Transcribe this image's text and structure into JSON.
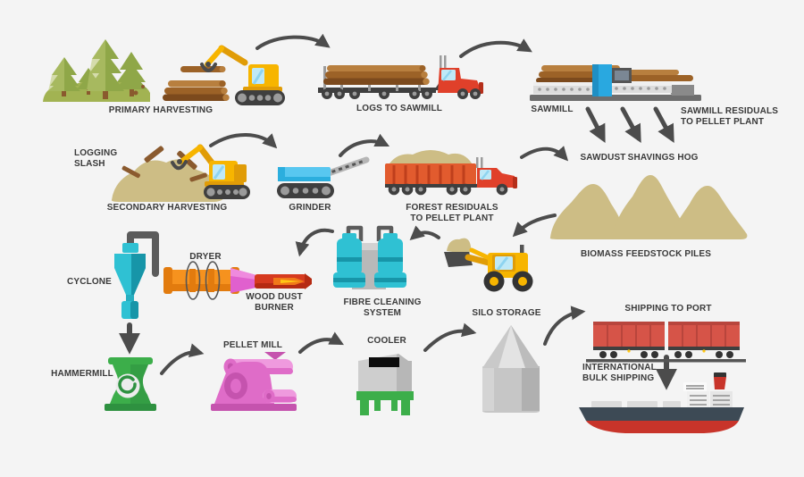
{
  "diagram": {
    "type": "process-flow",
    "subject": "wood pellet supply chain from harvesting to international bulk shipping"
  },
  "colors": {
    "background": "#f4f4f4",
    "label_text": "#3a3a3a",
    "arrow": "#4c4c4c",
    "tree_green": "#8fa748",
    "tree_light": "#bcc973",
    "mound_green": "#a2b352",
    "trunk_brown": "#8a5a2e",
    "log_brown": "#9c6227",
    "log_light": "#b87f3e",
    "log_dark": "#7c4a1d",
    "machine_yellow": "#f7b500",
    "machine_yellow_dark": "#e09c07",
    "track_dark": "#3f3f3f",
    "wheel_gray": "#9b9b9b",
    "truck_red": "#e0402a",
    "trailer_orange": "#e25b2e",
    "window_blue": "#bfe9f7",
    "sawmill_blue": "#29a8e0",
    "pile_tan": "#cdbd85",
    "grinder_blue": "#58c7f0",
    "teal": "#2fc1d3",
    "teal_dark": "#1795a8",
    "pipe_gray": "#5b5b5b",
    "dryer_orange": "#f6921e",
    "dryer_orange_dark": "#e27b0e",
    "magenta": "#e060ce",
    "burner_red": "#d63a1f",
    "flame_yellow": "#ffc715",
    "green": "#3cae4a",
    "green_dark": "#2e9140",
    "pink_light": "#ef9ade",
    "pink_mid": "#df6cc8",
    "pink_dark": "#c553ae",
    "cooler_gray": "#cecece",
    "silo_gray": "#c6c6c6",
    "train_red": "#d65448",
    "ship_hull": "#3d4a55",
    "ship_red": "#c8342a"
  },
  "icons": [
    "forest-icon",
    "log-pile-icon",
    "excavator-icon",
    "log-truck-icon",
    "sawmill-icon",
    "slash-pile-icon",
    "grinder-icon",
    "chip-truck-icon",
    "biomass-piles-icon",
    "cyclone-icon",
    "dryer-icon",
    "burner-icon",
    "fibre-cleaner-icon",
    "wheel-loader-icon",
    "hammermill-icon",
    "pellet-mill-icon",
    "cooler-icon",
    "silo-icon",
    "train-icon",
    "ship-icon",
    "flow-arrow-icon"
  ],
  "stages": {
    "primary_harvesting": {
      "label": "PRIMARY HARVESTING"
    },
    "logs_to_sawmill": {
      "label": "LOGS TO SAWMILL"
    },
    "sawmill": {
      "label": "SAWMILL"
    },
    "sawmill_residuals": {
      "label": "SAWMILL RESIDUALS\nTO PELLET PLANT"
    },
    "sawdust": {
      "label": "SAWDUST"
    },
    "shavings": {
      "label": "SHAVINGS"
    },
    "hog": {
      "label": "HOG"
    },
    "logging_slash": {
      "label": "LOGGING\nSLASH"
    },
    "secondary_harvesting": {
      "label": "SECONDARY HARVESTING"
    },
    "grinder": {
      "label": "GRINDER"
    },
    "forest_residuals": {
      "label": "FOREST RESIDUALS\nTO PELLET PLANT"
    },
    "biomass_feedstock_piles": {
      "label": "BIOMASS FEEDSTOCK PILES"
    },
    "cyclone": {
      "label": "CYCLONE"
    },
    "dryer": {
      "label": "DRYER"
    },
    "wood_dust_burner": {
      "label": "WOOD DUST\nBURNER"
    },
    "fibre_cleaning_system": {
      "label": "FIBRE CLEANING\nSYSTEM"
    },
    "hammermill": {
      "label": "HAMMERMILL"
    },
    "pellet_mill": {
      "label": "PELLET MILL"
    },
    "cooler": {
      "label": "COOLER"
    },
    "silo_storage": {
      "label": "SILO STORAGE"
    },
    "shipping_to_port": {
      "label": "SHIPPING TO PORT"
    },
    "international_bulk_shipping": {
      "label": "INTERNATIONAL\nBULK SHIPPING"
    }
  }
}
